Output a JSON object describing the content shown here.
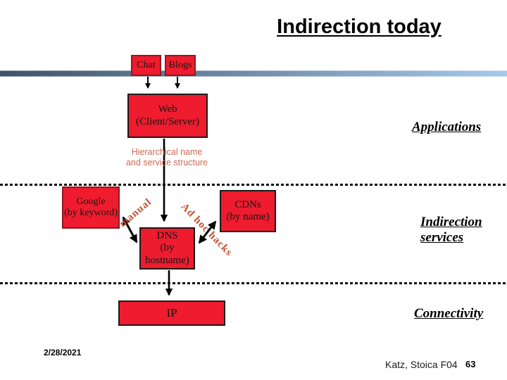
{
  "slide": {
    "title": "Indirection today",
    "footer_date": "2/28/2021",
    "footer_credit": "Katz, Stoica F04",
    "page_number": "63"
  },
  "boxes": {
    "chat": {
      "line1": "Chat"
    },
    "blogs": {
      "line1": "Blogs"
    },
    "web": {
      "line1": "Web",
      "line2": "(Client/Server)"
    },
    "google": {
      "line1": "Google",
      "line2": "(by keyword)"
    },
    "dns": {
      "line1": "DNS",
      "line2": "(by hostname)"
    },
    "cdns": {
      "line1": "CDNs",
      "line2": "(by name)"
    },
    "ip": {
      "line1": "IP"
    }
  },
  "labels": {
    "hierarchical_line1": "Hierarchical name",
    "hierarchical_line2": "and service structure",
    "applications": "Applications",
    "indirection_services": "Indirection services",
    "connectivity": "Connectivity",
    "manual": "manual",
    "ad_hoc_hacks": "Ad hoc hacks"
  },
  "colors": {
    "box_fill": "#ee1c2e",
    "box_border": "#1a1a1a",
    "maroon_border": "#8b1a24",
    "accent_text": "#c05530",
    "hier_text": "#cc6a55",
    "bar_left": "#3e5368",
    "bar_right": "#a7c9ec",
    "arrow": "#000000"
  }
}
